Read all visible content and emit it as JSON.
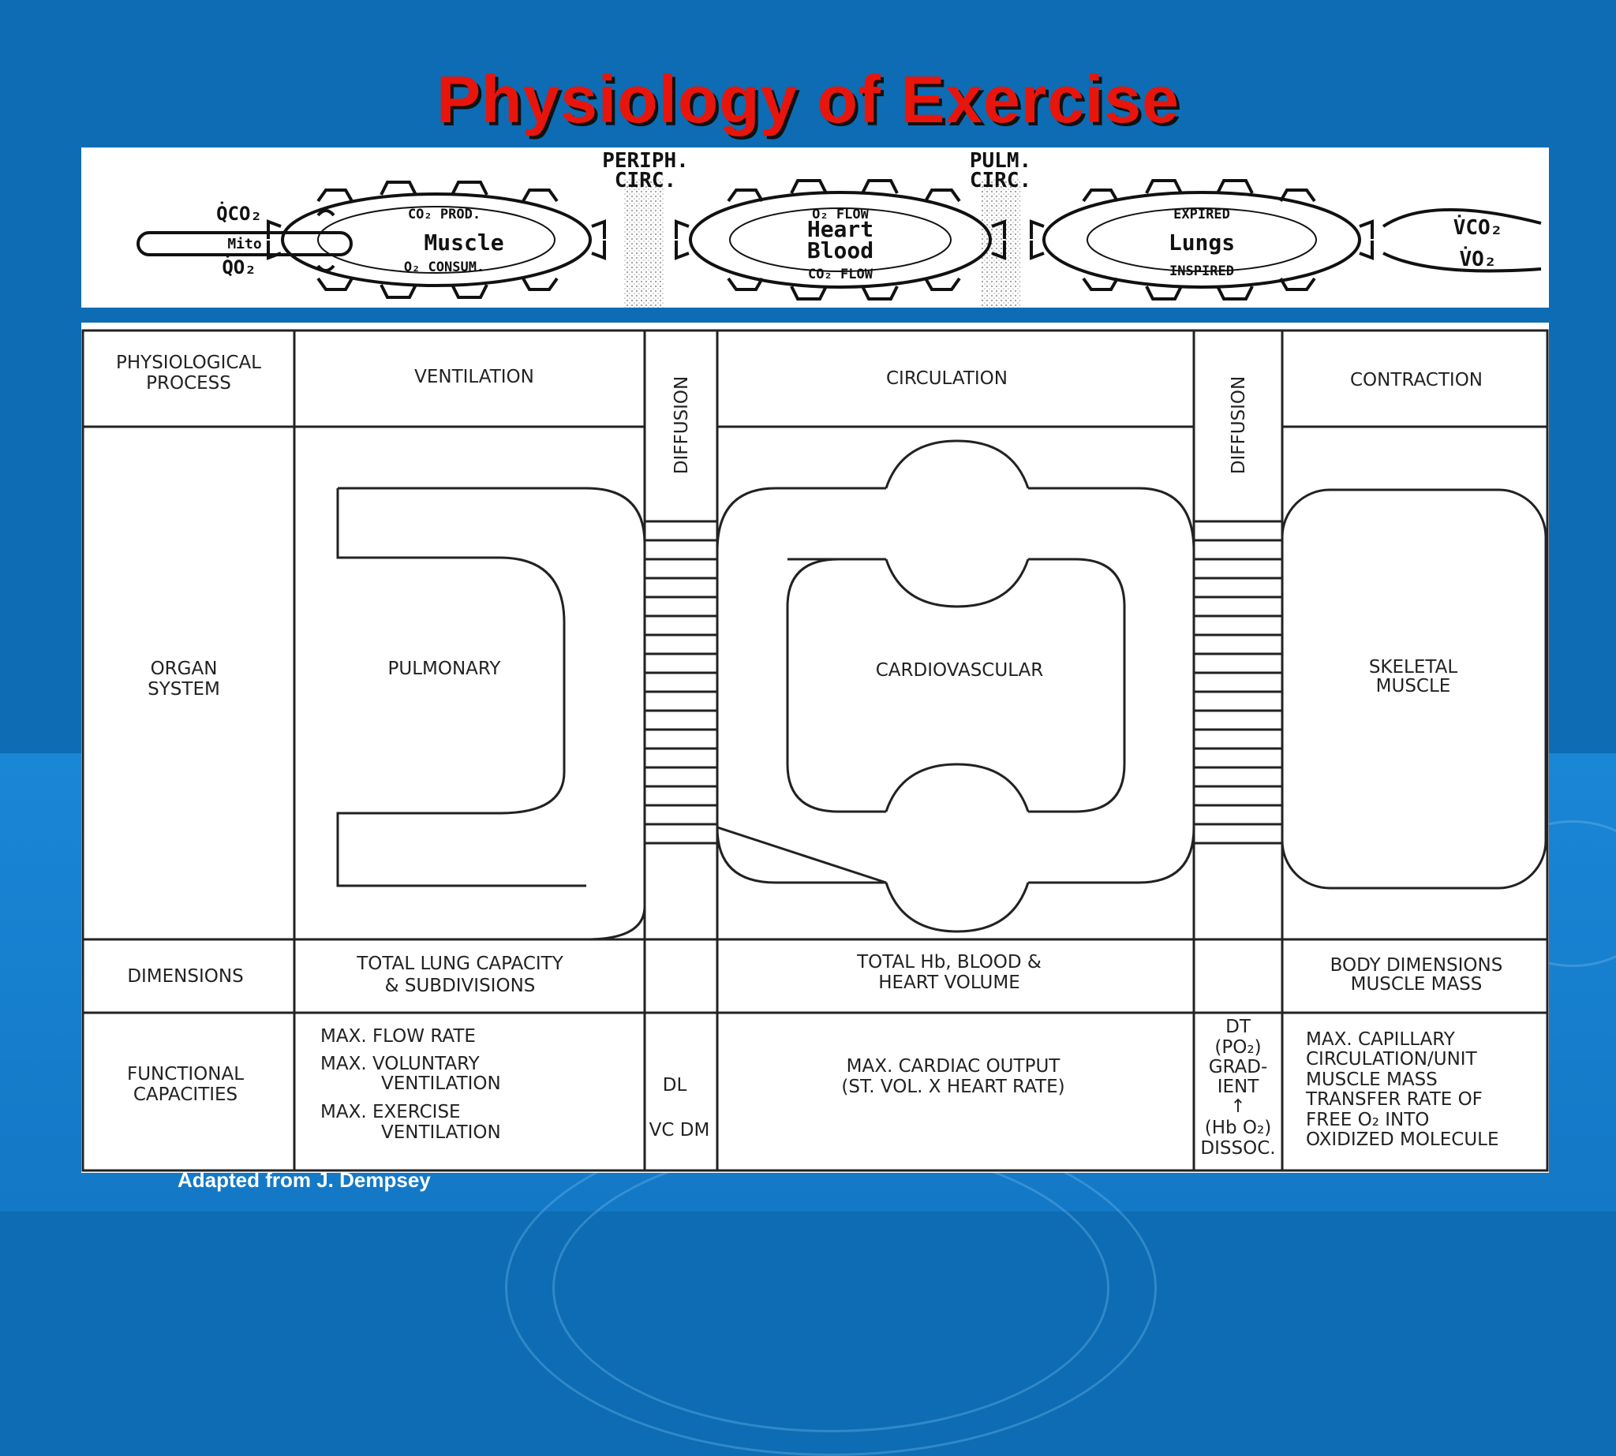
{
  "slide": {
    "title": "Physiology of Exercise",
    "credit": "Adapted from J. Dempsey"
  },
  "gears": {
    "periph_circ": [
      "PERIPH.",
      "CIRC."
    ],
    "pulm_circ": [
      "PULM.",
      "CIRC."
    ],
    "qco2": "Q̇CO₂",
    "qo2": "Q̇O₂",
    "mito": "Mito",
    "muscle": "Muscle",
    "muscle_top": "CO₂ PROD.",
    "muscle_bottom": "O₂ CONSUM.",
    "heart_blood": [
      "Heart",
      "Blood"
    ],
    "heart_top": "O₂ FLOW",
    "heart_bottom": "CO₂ FLOW",
    "lungs": "Lungs",
    "lungs_top": "EXPIRED",
    "lungs_bottom": "INSPIRED",
    "vco2": "V̇CO₂",
    "vo2": "V̇O₂"
  },
  "table": {
    "row_labels": {
      "process": [
        "PHYSIOLOGICAL",
        "PROCESS"
      ],
      "organ": [
        "ORGAN",
        "SYSTEM"
      ],
      "dimensions": "DIMENSIONS",
      "functional": [
        "FUNCTIONAL",
        "CAPACITIES"
      ]
    },
    "processes": {
      "ventilation": "VENTILATION",
      "diffusion_1": "DIFFUSION",
      "circulation": "CIRCULATION",
      "diffusion_2": "DIFFUSION",
      "contraction": "CONTRACTION"
    },
    "organs": {
      "pulmonary": "PULMONARY",
      "cardiovascular": "CARDIOVASCULAR",
      "skeletal": [
        "SKELETAL",
        "MUSCLE"
      ]
    },
    "dimensions": {
      "pulmonary": [
        "TOTAL LUNG CAPACITY",
        "& SUBDIVISIONS"
      ],
      "cardiovascular": [
        "TOTAL Hb, BLOOD &",
        "HEART VOLUME"
      ],
      "skeletal": [
        "BODY DIMENSIONS",
        "MUSCLE MASS"
      ]
    },
    "functional": {
      "pulmonary": [
        "MAX. FLOW RATE",
        "MAX. VOLUNTARY",
        "VENTILATION",
        "MAX. EXERCISE",
        "VENTILATION"
      ],
      "diffusion_1": [
        "DL",
        "VC DM"
      ],
      "cardiovascular": [
        "MAX. CARDIAC OUTPUT",
        "(ST. VOL. X HEART RATE)"
      ],
      "diffusion_2": [
        "DT",
        "(PO₂)",
        "GRAD-",
        "IENT",
        "↑",
        "(Hb O₂)",
        "DISSOC."
      ],
      "skeletal": [
        "MAX. CAPILLARY",
        "CIRCULATION/UNIT",
        "MUSCLE MASS",
        "TRANSFER RATE OF",
        "FREE O₂ INTO",
        "OXIDIZED MOLECULE"
      ]
    }
  }
}
